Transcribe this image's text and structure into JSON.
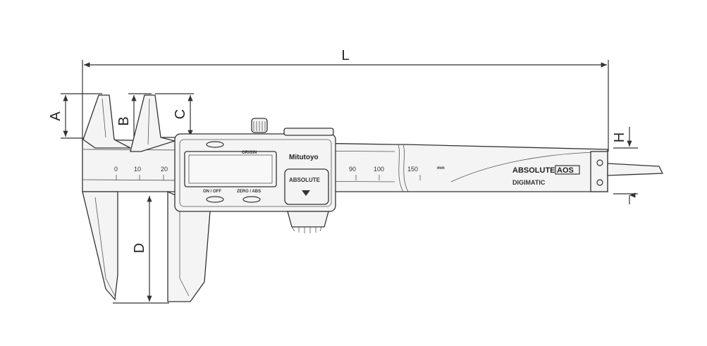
{
  "dimensions": {
    "L": "L",
    "A": "A",
    "B": "B",
    "C": "C",
    "D": "D",
    "H": "H"
  },
  "scale_labels": [
    "0",
    "10",
    "20",
    "90",
    "100",
    "150"
  ],
  "scale_unit": "mm",
  "display": {
    "origin_label": "ORIGIN",
    "on_off_label": "ON / OFF",
    "zero_abs_label": "ZERO / ABS",
    "brand": "Mitutoyo",
    "absolute_badge": "ABSOLUTE"
  },
  "beam_text": {
    "absolute": "ABSOLUTE",
    "aos": "AOS",
    "digimatic": "DIGIMATIC"
  },
  "colors": {
    "line": "#333333",
    "body_fill": "#f4f4f4",
    "background": "#ffffff"
  }
}
